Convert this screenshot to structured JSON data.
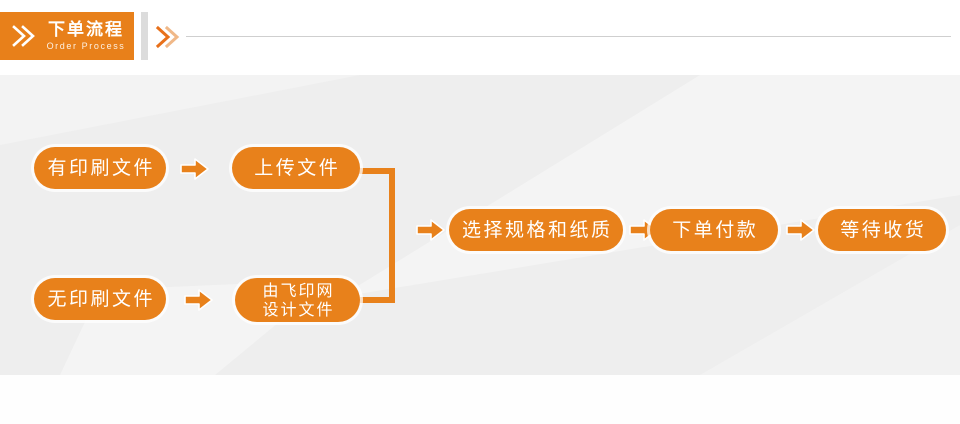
{
  "header": {
    "badge": {
      "title": "下单流程",
      "subtitle": "Order Process",
      "chevron_icon": "double-chevron-right-icon",
      "background_color": "#e8801a"
    },
    "divider_icon": "double-chevron-right-small-icon",
    "rule_color": "#cfcfcf"
  },
  "panel": {
    "background_color": "#eeeeee",
    "accent_color": "#e8811b",
    "text_color": "#ffffff"
  },
  "flow": {
    "title": "下单流程",
    "nodes": [
      {
        "id": "have-file",
        "label": "有印刷文件",
        "lines": [
          "有印刷文件"
        ]
      },
      {
        "id": "upload-file",
        "label": "上传文件",
        "lines": [
          "上传文件"
        ]
      },
      {
        "id": "no-file",
        "label": "无印刷文件",
        "lines": [
          "无印刷文件"
        ]
      },
      {
        "id": "design-file",
        "label": "由飞印网设计文件",
        "lines": [
          "由飞印网",
          "设计文件"
        ]
      },
      {
        "id": "choose-spec",
        "label": "选择规格和纸质",
        "lines": [
          "选择规格和纸质"
        ]
      },
      {
        "id": "order-pay",
        "label": "下单付款",
        "lines": [
          "下单付款"
        ]
      },
      {
        "id": "wait-delivery",
        "label": "等待收货",
        "lines": [
          "等待收货"
        ]
      }
    ],
    "arrows": [
      {
        "id": "arrow-have-to-upload",
        "from": "have-file",
        "to": "upload-file",
        "icon": "arrow-right-icon"
      },
      {
        "id": "arrow-no-to-design",
        "from": "no-file",
        "to": "design-file",
        "icon": "arrow-right-icon"
      },
      {
        "id": "arrow-merge-to-spec",
        "from": "merge",
        "to": "choose-spec",
        "icon": "arrow-right-icon"
      },
      {
        "id": "arrow-spec-to-pay",
        "from": "choose-spec",
        "to": "order-pay",
        "icon": "arrow-right-icon"
      },
      {
        "id": "arrow-pay-to-wait",
        "from": "order-pay",
        "to": "wait-delivery",
        "icon": "arrow-right-icon"
      }
    ],
    "connector": {
      "id": "bracket-connector",
      "description": "upload-file and design-file merge into choose-spec"
    }
  }
}
